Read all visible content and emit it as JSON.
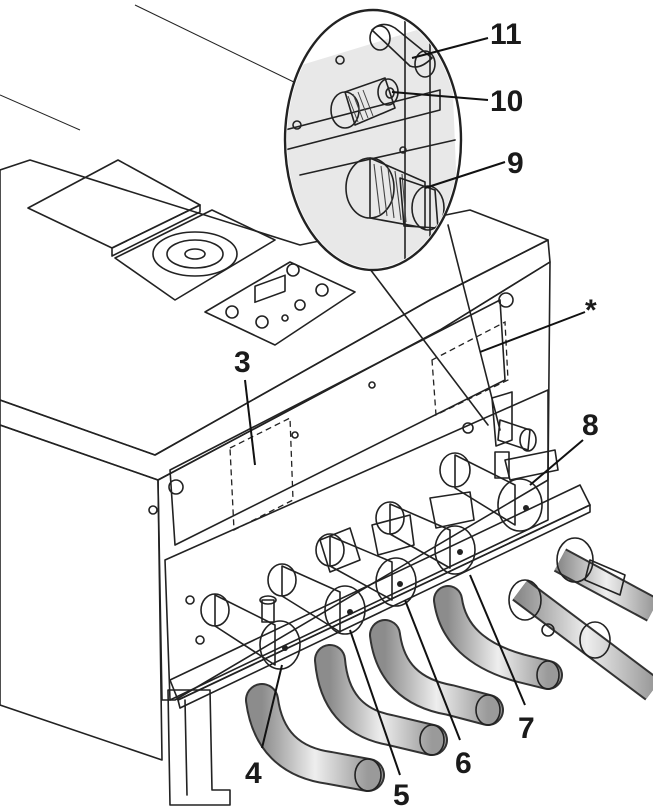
{
  "diagram": {
    "callouts": [
      {
        "id": "11",
        "text": "11"
      },
      {
        "id": "10",
        "text": "10"
      },
      {
        "id": "9",
        "text": "9"
      },
      {
        "id": "star",
        "text": "*"
      },
      {
        "id": "8",
        "text": "8"
      },
      {
        "id": "3",
        "text": "3"
      },
      {
        "id": "7",
        "text": "7"
      },
      {
        "id": "6",
        "text": "6"
      },
      {
        "id": "5",
        "text": "5"
      },
      {
        "id": "4",
        "text": "4"
      }
    ],
    "colors": {
      "line": "#222222",
      "casing": "#f2f2f2",
      "panel": "#e6e6e6",
      "metal": "#b8b8b8",
      "background": "#ffffff"
    }
  }
}
